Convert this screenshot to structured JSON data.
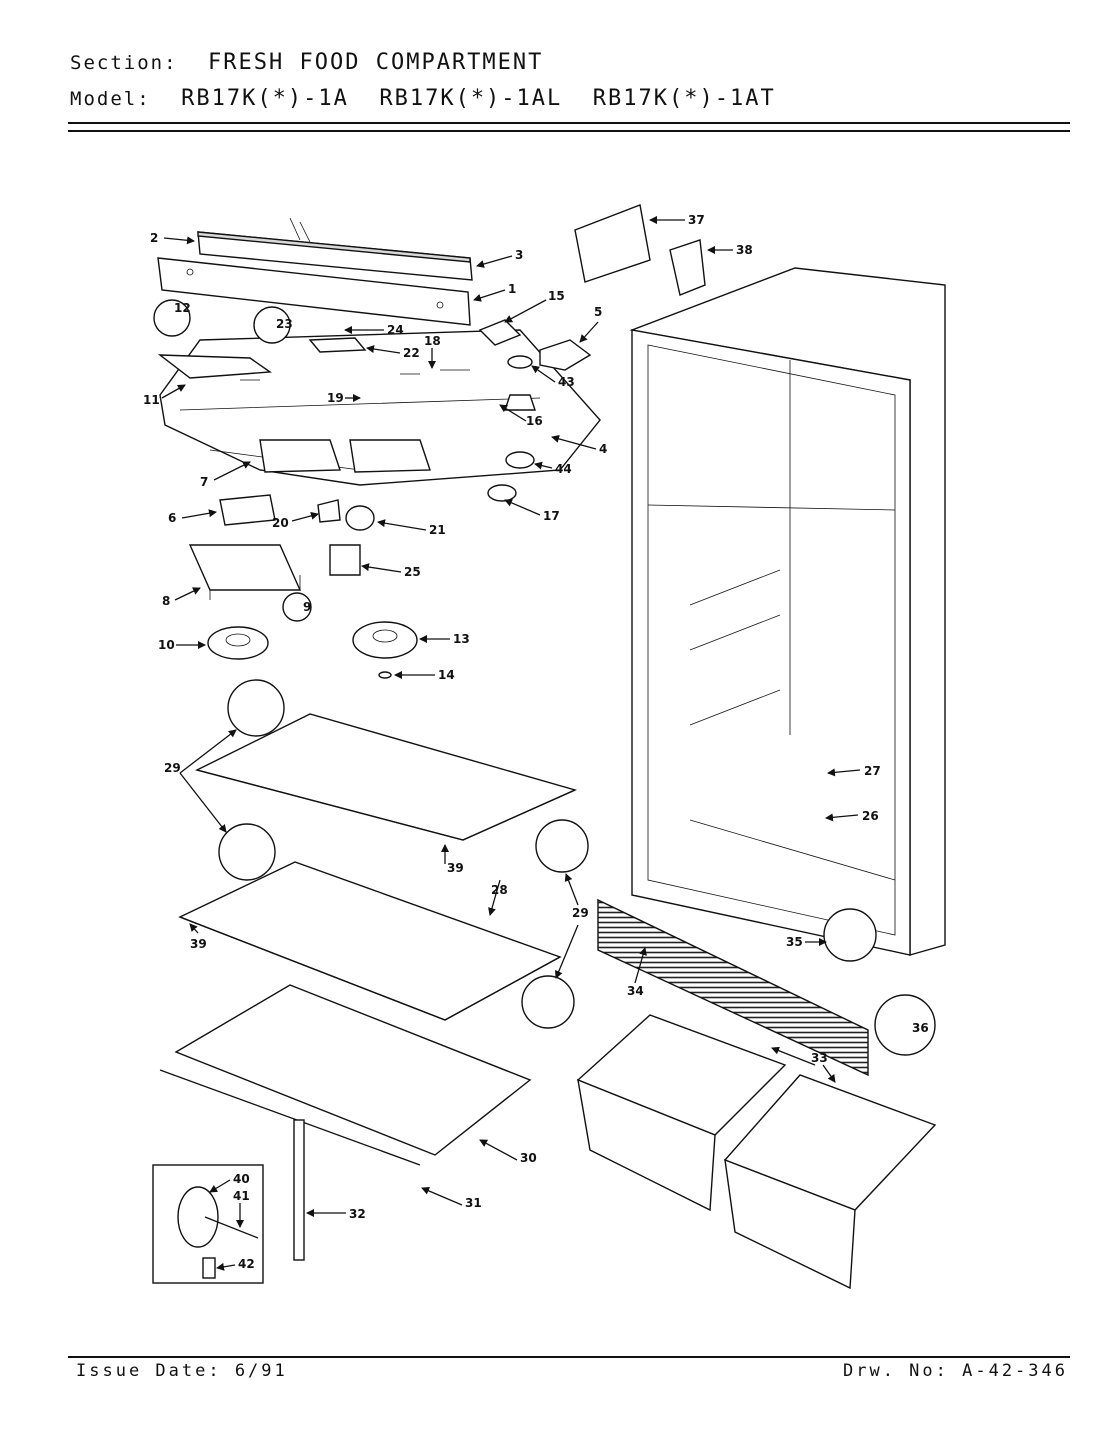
{
  "header": {
    "section_label": "Section:",
    "section_value": "FRESH FOOD COMPARTMENT",
    "model_label": "Model:",
    "models": [
      "RB17K(*)-1A",
      "RB17K(*)-1AL",
      "RB17K(*)-1AT"
    ]
  },
  "footer": {
    "issue_date": "Issue Date: 6/91",
    "drawing_no": "Drw. No: A-42-346"
  },
  "callouts": [
    {
      "label": "1",
      "ref": "p1"
    },
    {
      "label": "2",
      "ref": "p2"
    },
    {
      "label": "3",
      "ref": "p3"
    },
    {
      "label": "4",
      "ref": "p4"
    },
    {
      "label": "5",
      "ref": "p5"
    },
    {
      "label": "6",
      "ref": "p6"
    },
    {
      "label": "7",
      "ref": "p7"
    },
    {
      "label": "8",
      "ref": "p8"
    },
    {
      "label": "9",
      "ref": "p9"
    },
    {
      "label": "10",
      "ref": "p10"
    },
    {
      "label": "11",
      "ref": "p11"
    },
    {
      "label": "12",
      "ref": "p12"
    },
    {
      "label": "13",
      "ref": "p13"
    },
    {
      "label": "14",
      "ref": "p14"
    },
    {
      "label": "15",
      "ref": "p15"
    },
    {
      "label": "16",
      "ref": "p16"
    },
    {
      "label": "17",
      "ref": "p17"
    },
    {
      "label": "18",
      "ref": "p18"
    },
    {
      "label": "19",
      "ref": "p19"
    },
    {
      "label": "20",
      "ref": "p20"
    },
    {
      "label": "21",
      "ref": "p21"
    },
    {
      "label": "22",
      "ref": "p22"
    },
    {
      "label": "23",
      "ref": "p23"
    },
    {
      "label": "24",
      "ref": "p24"
    },
    {
      "label": "25",
      "ref": "p25"
    },
    {
      "label": "26",
      "ref": "p26"
    },
    {
      "label": "27",
      "ref": "p27"
    },
    {
      "label": "28",
      "ref": "p28"
    },
    {
      "label": "29",
      "ref": "p29a"
    },
    {
      "label": "29",
      "ref": "p29b"
    },
    {
      "label": "30",
      "ref": "p30"
    },
    {
      "label": "31",
      "ref": "p31"
    },
    {
      "label": "32",
      "ref": "p32"
    },
    {
      "label": "33",
      "ref": "p33"
    },
    {
      "label": "34",
      "ref": "p34"
    },
    {
      "label": "35",
      "ref": "p35"
    },
    {
      "label": "36",
      "ref": "p36"
    },
    {
      "label": "37",
      "ref": "p37"
    },
    {
      "label": "38",
      "ref": "p38"
    },
    {
      "label": "39",
      "ref": "p39a"
    },
    {
      "label": "39",
      "ref": "p39b"
    },
    {
      "label": "40",
      "ref": "p40"
    },
    {
      "label": "41",
      "ref": "p41"
    },
    {
      "label": "42",
      "ref": "p42"
    },
    {
      "label": "43",
      "ref": "p43"
    },
    {
      "label": "44",
      "ref": "p44"
    }
  ]
}
